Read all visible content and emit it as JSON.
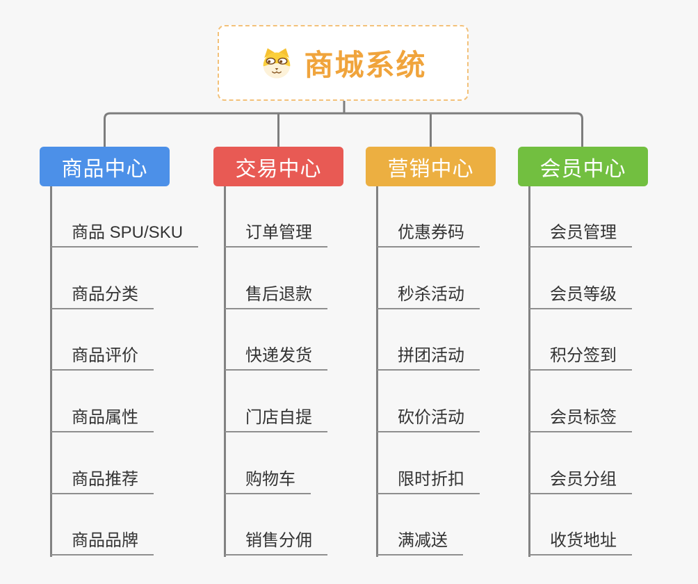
{
  "root": {
    "title": "商城系统",
    "icon": "shiba-dog-face",
    "text_color": "#f0a43c",
    "border_color": "#f3c179"
  },
  "branches": [
    {
      "label": "商品中心",
      "color": "#4c90e8",
      "children": [
        "商品 SPU/SKU",
        "商品分类",
        "商品评价",
        "商品属性",
        "商品推荐",
        "商品品牌"
      ]
    },
    {
      "label": "交易中心",
      "color": "#e85a54",
      "children": [
        "订单管理",
        "售后退款",
        "快递发货",
        "门店自提",
        "购物车",
        "销售分佣"
      ]
    },
    {
      "label": "营销中心",
      "color": "#ecaf41",
      "children": [
        "优惠券码",
        "秒杀活动",
        "拼团活动",
        "砍价活动",
        "限时折扣",
        "满减送"
      ]
    },
    {
      "label": "会员中心",
      "color": "#72bf40",
      "children": [
        "会员管理",
        "会员等级",
        "积分签到",
        "会员标签",
        "会员分组",
        "收货地址"
      ]
    }
  ],
  "connector_color": "#7d7d7d"
}
